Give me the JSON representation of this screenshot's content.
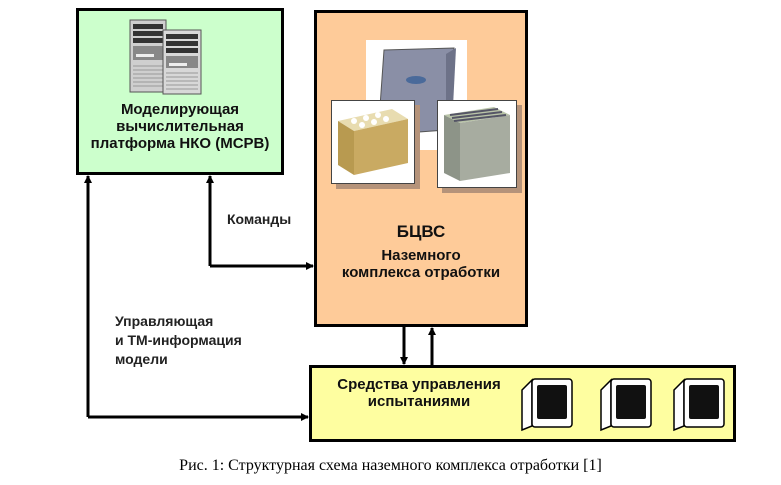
{
  "blocks": {
    "modeling_platform": {
      "lines": [
        "Моделирующая",
        "вычислительная",
        "платформа НКО (МСРВ)"
      ],
      "icon": "server-towers-icon",
      "color": "#ccffcc"
    },
    "onboard_computer": {
      "title": "БЦВС",
      "lines": [
        "Наземного",
        "комплекса отработки"
      ],
      "icon": "hardware-units-photo",
      "color": "#fecb99"
    },
    "test_control": {
      "lines": [
        "Средства управления",
        "испытаниями"
      ],
      "icon": "monitor-icon",
      "monitor_count": 3,
      "color": "#fefea0"
    }
  },
  "labels": {
    "commands": "Команды",
    "control_info": [
      "Управляющая",
      "и ТМ-информация",
      "модели"
    ]
  },
  "caption": "Рис. 1: Структурная схема наземного комплекса отработки [1]"
}
